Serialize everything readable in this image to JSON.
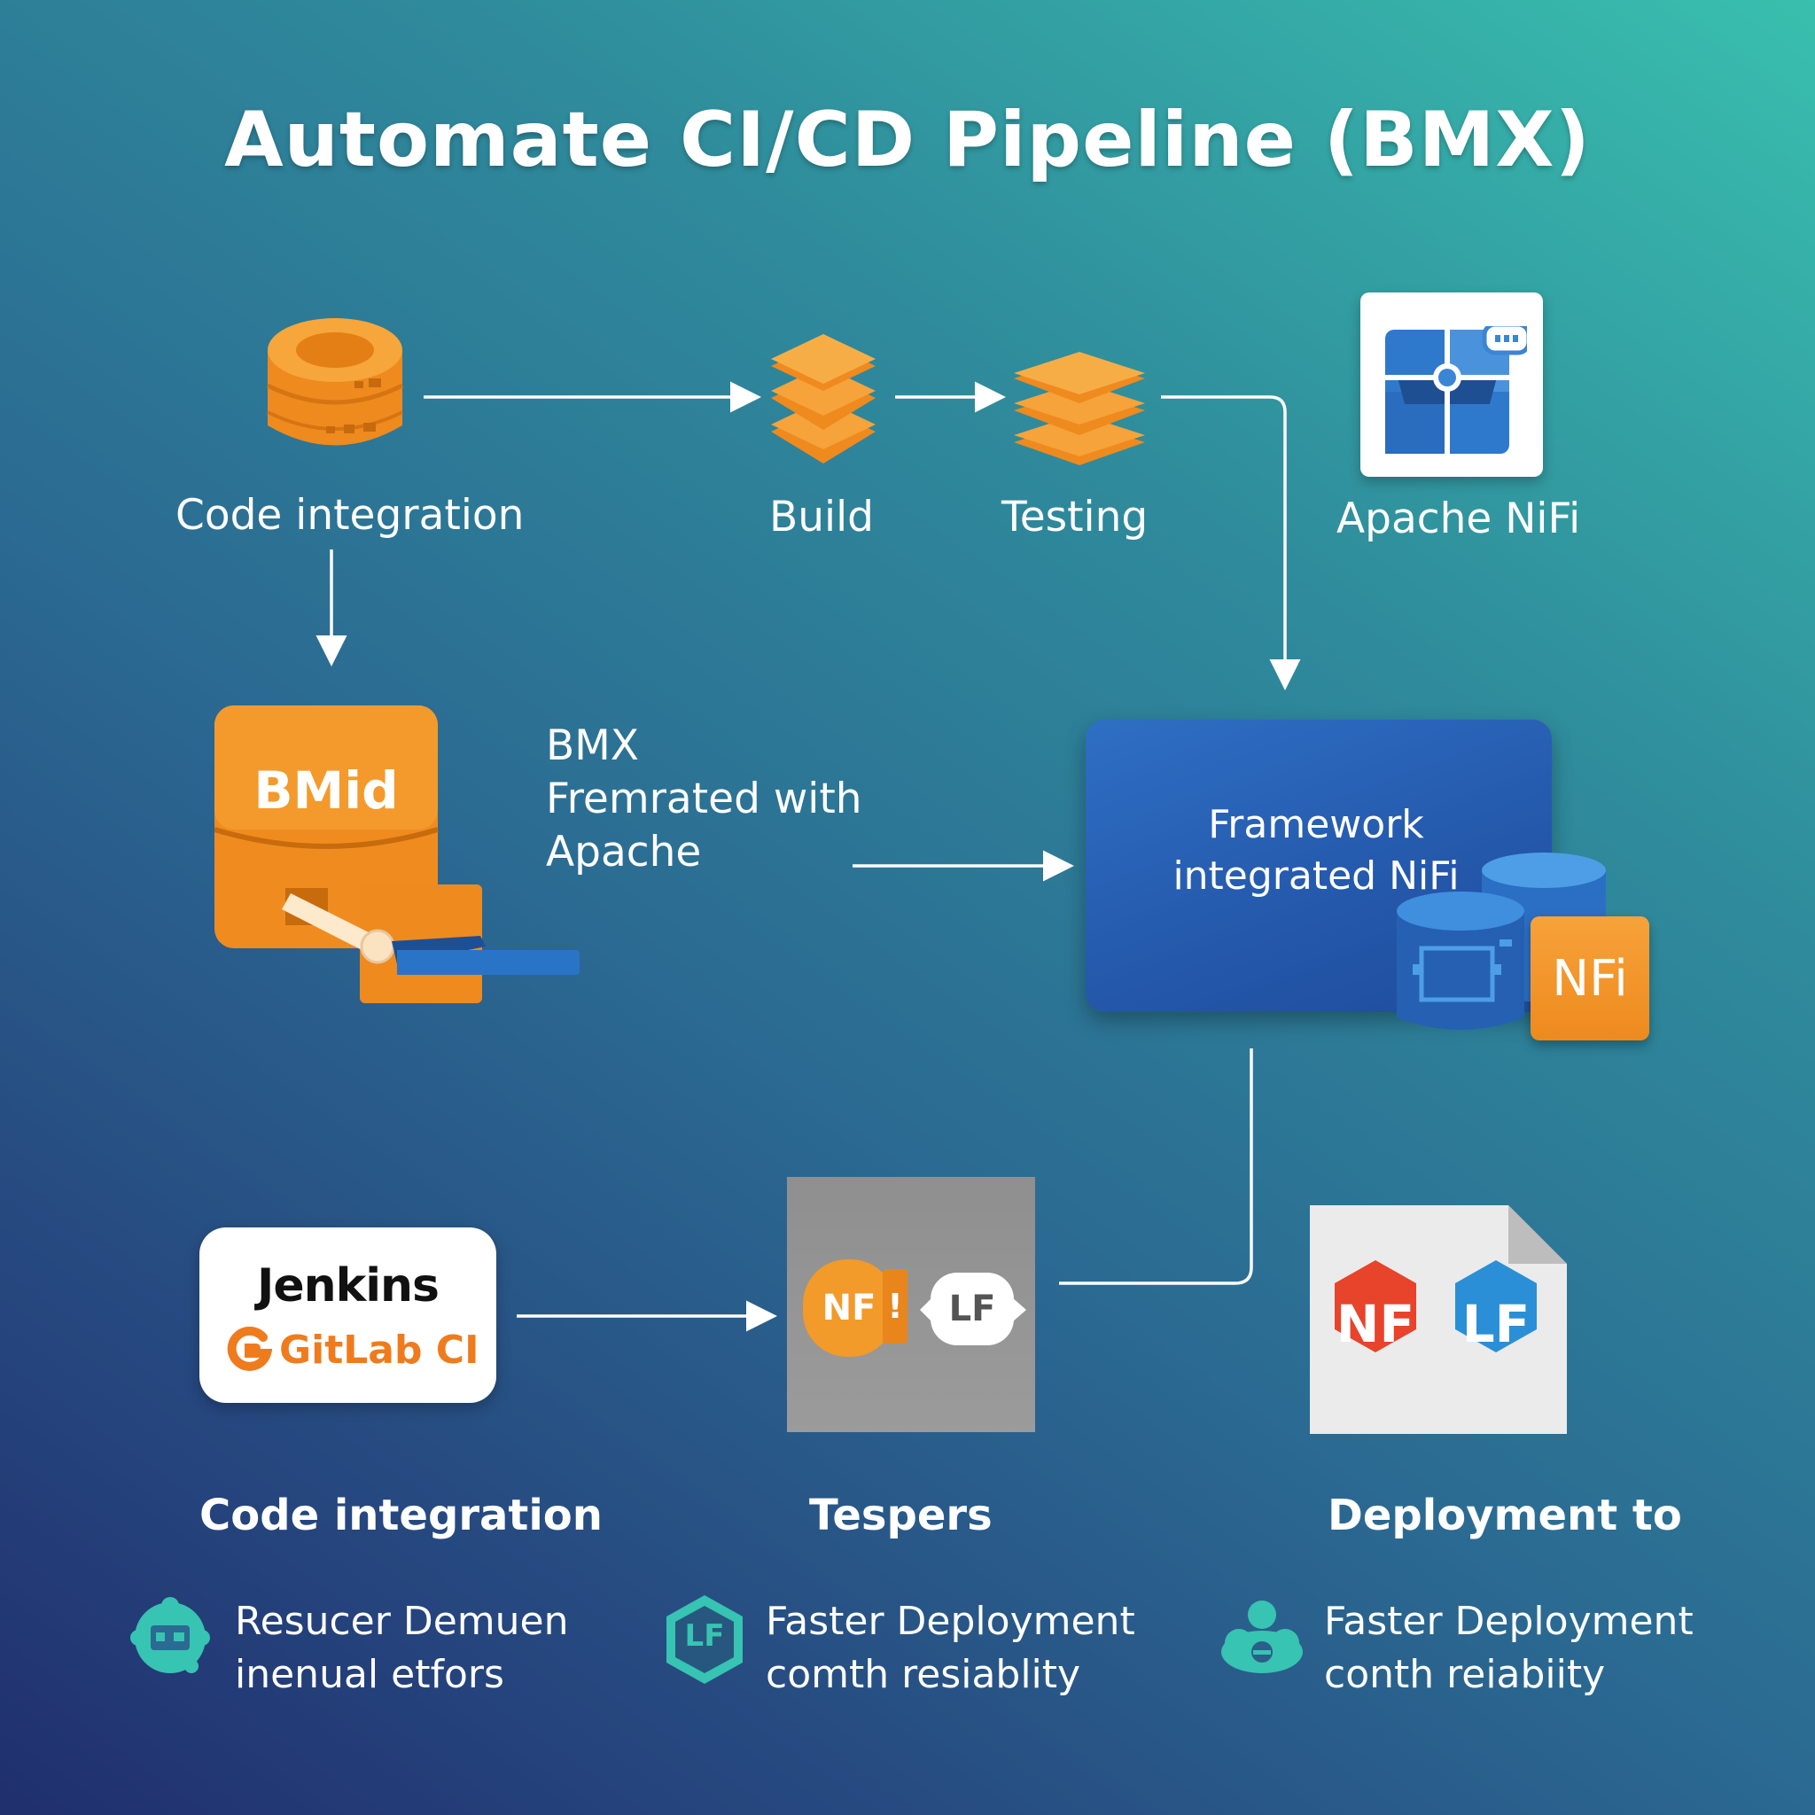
{
  "title": "Automate CI/CD Pipeline (BMX)",
  "top_row": {
    "code_integration": "Code integration",
    "build": "Build",
    "testing": "Testing",
    "apache_nifi": "Apache NiFi"
  },
  "middle": {
    "bmid_label": "BMid",
    "bmx_caption": [
      "BMX",
      "Fremrated with",
      "Apache"
    ],
    "framework_text": [
      "Framework",
      "integrated NiFi"
    ],
    "nifi_badge": "NFi"
  },
  "bottom_row": {
    "jenkins": "Jenkins",
    "gitlab_ci": "GitLab CI",
    "nf_bubble": "NF",
    "nf_bubble_mark": "!",
    "lf_bubble": "LF",
    "doc_nf": "NF",
    "doc_lf": "LF",
    "headings": [
      "Code integration",
      "Tespers",
      "Deployment to"
    ]
  },
  "benefits": [
    {
      "icon": "team-network-icon",
      "lines": [
        "Resucer Demuen",
        "inenual etfors"
      ]
    },
    {
      "icon": "lf-hexagon-icon",
      "icon_text": "LF",
      "lines": [
        "Faster Deployment",
        "comth resiablity"
      ]
    },
    {
      "icon": "cloud-group-icon",
      "lines": [
        "Faster Deployment",
        "conth reiabiity"
      ]
    }
  ],
  "colors": {
    "orange": "#f39a2e",
    "blue": "#2a62b8",
    "teal_icon": "#37c4b2",
    "nf_red": "#e8432b",
    "lf_blue": "#2a8fd6"
  }
}
